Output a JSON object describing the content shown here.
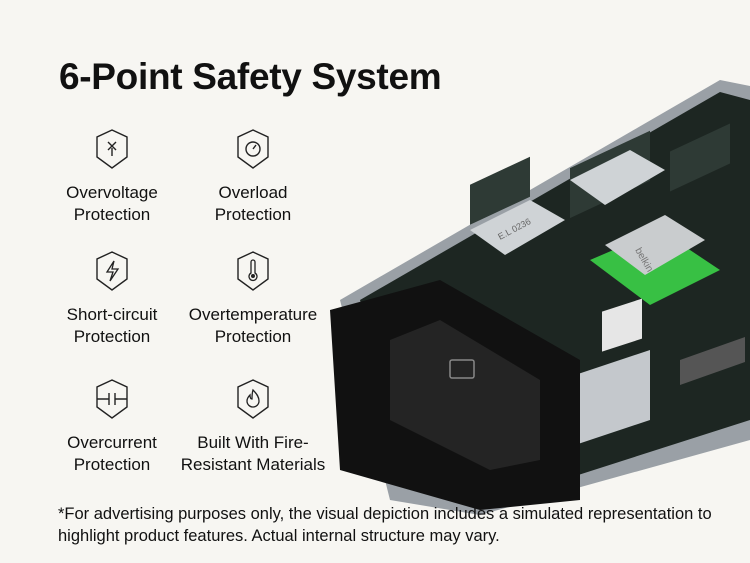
{
  "title": "6-Point Safety System",
  "features": [
    {
      "icon": "x-voltage-shield-icon",
      "line1": "Overvoltage",
      "line2": "Protection"
    },
    {
      "icon": "gauge-shield-icon",
      "line1": "Overload",
      "line2": "Protection"
    },
    {
      "icon": "lightning-shield-icon",
      "line1": "Short-circuit",
      "line2": "Protection"
    },
    {
      "icon": "thermometer-shield-icon",
      "line1": "Overtemperature",
      "line2": "Protection"
    },
    {
      "icon": "capacitor-shield-icon",
      "line1": "Overcurrent",
      "line2": "Protection"
    },
    {
      "icon": "flame-shield-icon",
      "line1": "Built With Fire-",
      "line2": "Resistant Materials"
    }
  ],
  "disclaimer": "*For advertising purposes only, the visual depiction includes a simulated representation to highlight product features. Actual internal structure may vary.",
  "product": {
    "chip_brand": "belkin",
    "port_label": "E.L 0236",
    "accent_color": "#3ddc4a"
  }
}
